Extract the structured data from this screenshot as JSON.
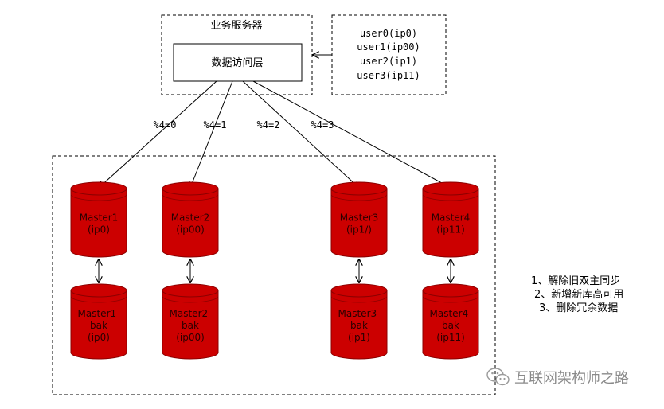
{
  "service": {
    "title": "业务服务器",
    "access_layer": "数据访问层"
  },
  "routing_table": {
    "lines": [
      "user0(ip0)",
      "user1(ip00)",
      "user2(ip1)",
      "user3(ip11)"
    ]
  },
  "edge_labels": [
    "%4=0",
    "%4=1",
    "%4=2",
    "%4=3"
  ],
  "masters": [
    {
      "name": "Master1",
      "ip": "(ip0)",
      "backup_line1": "Master1-",
      "backup_line2": "bak",
      "backup_ip": "(ip0)"
    },
    {
      "name": "Master2",
      "ip": "(ip00)",
      "backup_line1": "Master2-",
      "backup_line2": "bak",
      "backup_ip": "(ip00)"
    },
    {
      "name": "Master3",
      "ip": "(ip1/)",
      "backup_line1": "Master3-",
      "backup_line2": "bak",
      "backup_ip": "(ip1)"
    },
    {
      "name": "Master4",
      "ip": "(ip11)",
      "backup_line1": "Master4-",
      "backup_line2": "bak",
      "backup_ip": "(ip11)"
    }
  ],
  "steps": [
    "1、解除旧双主同步",
    "2、新增新库高可用",
    "3、删除冗余数据"
  ],
  "watermark": "互联网架构师之路",
  "colors": {
    "db_fill": "#cc0000",
    "db_stroke": "#8b0000",
    "db_text": "#2a0000",
    "line": "#000000"
  }
}
